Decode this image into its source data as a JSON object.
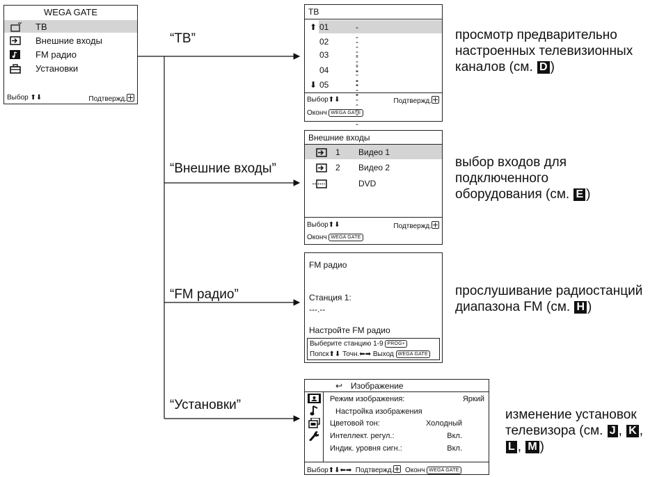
{
  "main_menu": {
    "title": "WEGA GATE",
    "items": [
      {
        "label": "ТВ",
        "icon": "tv-icon"
      },
      {
        "label": "Внешние входы",
        "icon": "input-icon"
      },
      {
        "label": "FM радио",
        "icon": "music-note-icon"
      },
      {
        "label": "Установки",
        "icon": "toolbox-icon"
      }
    ],
    "footer_left": "Выбор",
    "footer_right": "Подтвержд."
  },
  "branches": [
    {
      "label": "“ТВ”"
    },
    {
      "label": "“Внешние входы”"
    },
    {
      "label": "“FM радио”"
    },
    {
      "label": "“Установки”"
    }
  ],
  "tv_screen": {
    "title": "ТВ",
    "channels": [
      "01",
      "02",
      "03",
      "04",
      "05"
    ],
    "placeholder": "-----",
    "footer_select": "Выбор",
    "footer_confirm": "Подтвержд.",
    "footer_end": "Оконч",
    "wega_key": "WEGA GATE"
  },
  "inputs_screen": {
    "title": "Внешние входы",
    "rows": [
      {
        "num": "1",
        "name": "Видео 1"
      },
      {
        "num": "2",
        "name": "Видео 2"
      },
      {
        "num": "",
        "name": "DVD"
      }
    ],
    "footer_select": "Выбор",
    "footer_confirm": "Подтвержд.",
    "footer_end": "Оконч",
    "wega_key": "WEGA GATE"
  },
  "fm_screen": {
    "title": "FM радио",
    "station": "Станция 1:",
    "freq": "---.--",
    "tune": "Настройте FM радио",
    "hint1": "Выберите станцию 1-9",
    "prog_key": "PROG+",
    "search": "Попск",
    "fine": "Точн.",
    "exit": "Выход",
    "wega_key": "WEGA GATE"
  },
  "settings_screen": {
    "title": "Изображение",
    "rows": [
      {
        "label": "Режим изображения:",
        "value": "Яркий"
      },
      {
        "label": "Настройка изображения",
        "value": ""
      },
      {
        "label": "Цветовой тон:",
        "value": "Холодный"
      },
      {
        "label": "Интеллект. регул.:",
        "value": "Вкл."
      },
      {
        "label": "Индик. уровня сигн.:",
        "value": "Вкл."
      }
    ],
    "footer_select": "Выбор",
    "footer_confirm": "Подтвержд.",
    "footer_end": "Оконч",
    "wega_key": "WEGA GATE"
  },
  "descriptions": {
    "tv": {
      "text": "просмотр предварительно настроенных телевизионных каналов (см. ",
      "letters": [
        "D"
      ],
      "end": ")"
    },
    "inputs": {
      "text": "выбор входов для подключенного оборудования (см. ",
      "letters": [
        "E"
      ],
      "end": ")"
    },
    "fm": {
      "text": "прослушивание радиостанций диапазона FM (см. ",
      "letters": [
        "H"
      ],
      "end": ")"
    },
    "settings": {
      "text": "изменение установок телевизора (см. ",
      "letters": [
        "J",
        "K",
        "L",
        "M"
      ],
      "end": ")"
    }
  }
}
